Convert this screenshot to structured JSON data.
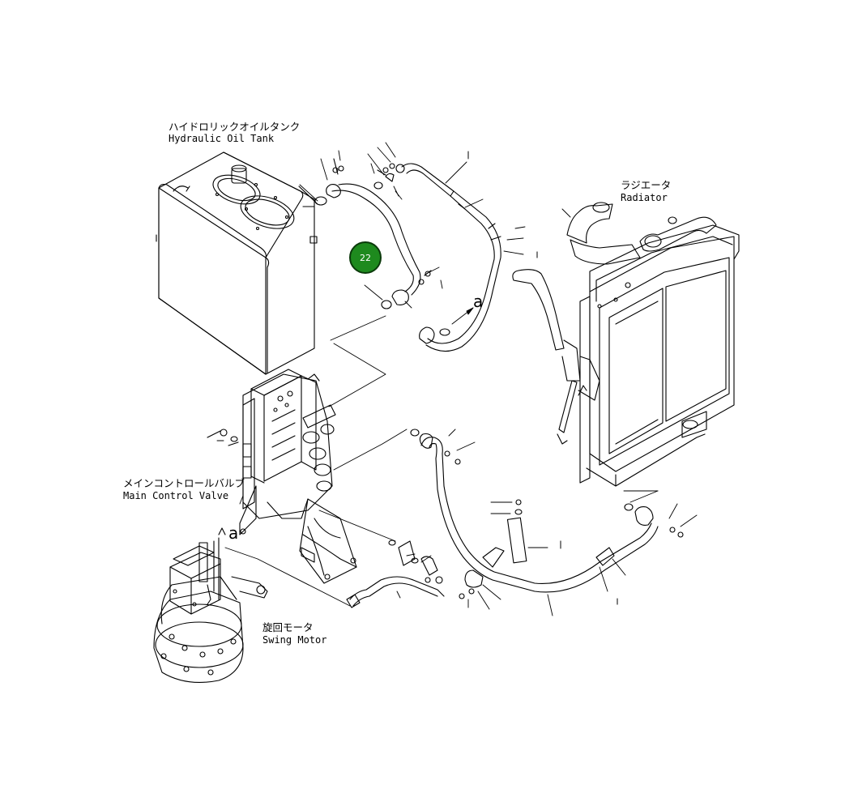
{
  "labels": {
    "oil_tank_jp": "ハイドロリックオイルタンク",
    "oil_tank_en": "Hydraulic Oil Tank",
    "radiator_jp": "ラジエータ",
    "radiator_en": "Radiator",
    "control_valve_jp": "メインコントロールバルブ",
    "control_valve_en": "Main Control Valve",
    "swing_motor_jp": "旋回モータ",
    "swing_motor_en": "Swing Motor"
  },
  "callouts": {
    "a_upper": "a",
    "a_lower": "a"
  },
  "marker": {
    "number": "22",
    "color": "#1e8a1e"
  }
}
